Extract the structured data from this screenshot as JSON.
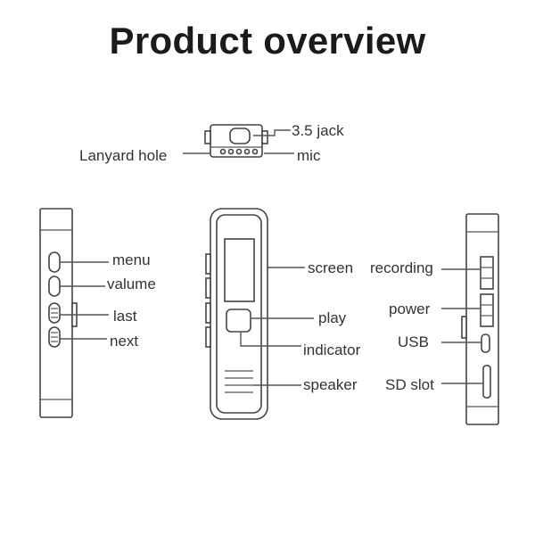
{
  "title": "Product overview",
  "labels": {
    "jack": "3.5 jack",
    "lanyard": "Lanyard hole",
    "mic": "mic",
    "menu": "menu",
    "volume": "valume",
    "last": "last",
    "next": "next",
    "screen": "screen",
    "play": "play",
    "indicator": "indicator",
    "speaker": "speaker",
    "recording": "recording",
    "power": "power",
    "usb": "USB",
    "sd_slot": "SD slot"
  }
}
